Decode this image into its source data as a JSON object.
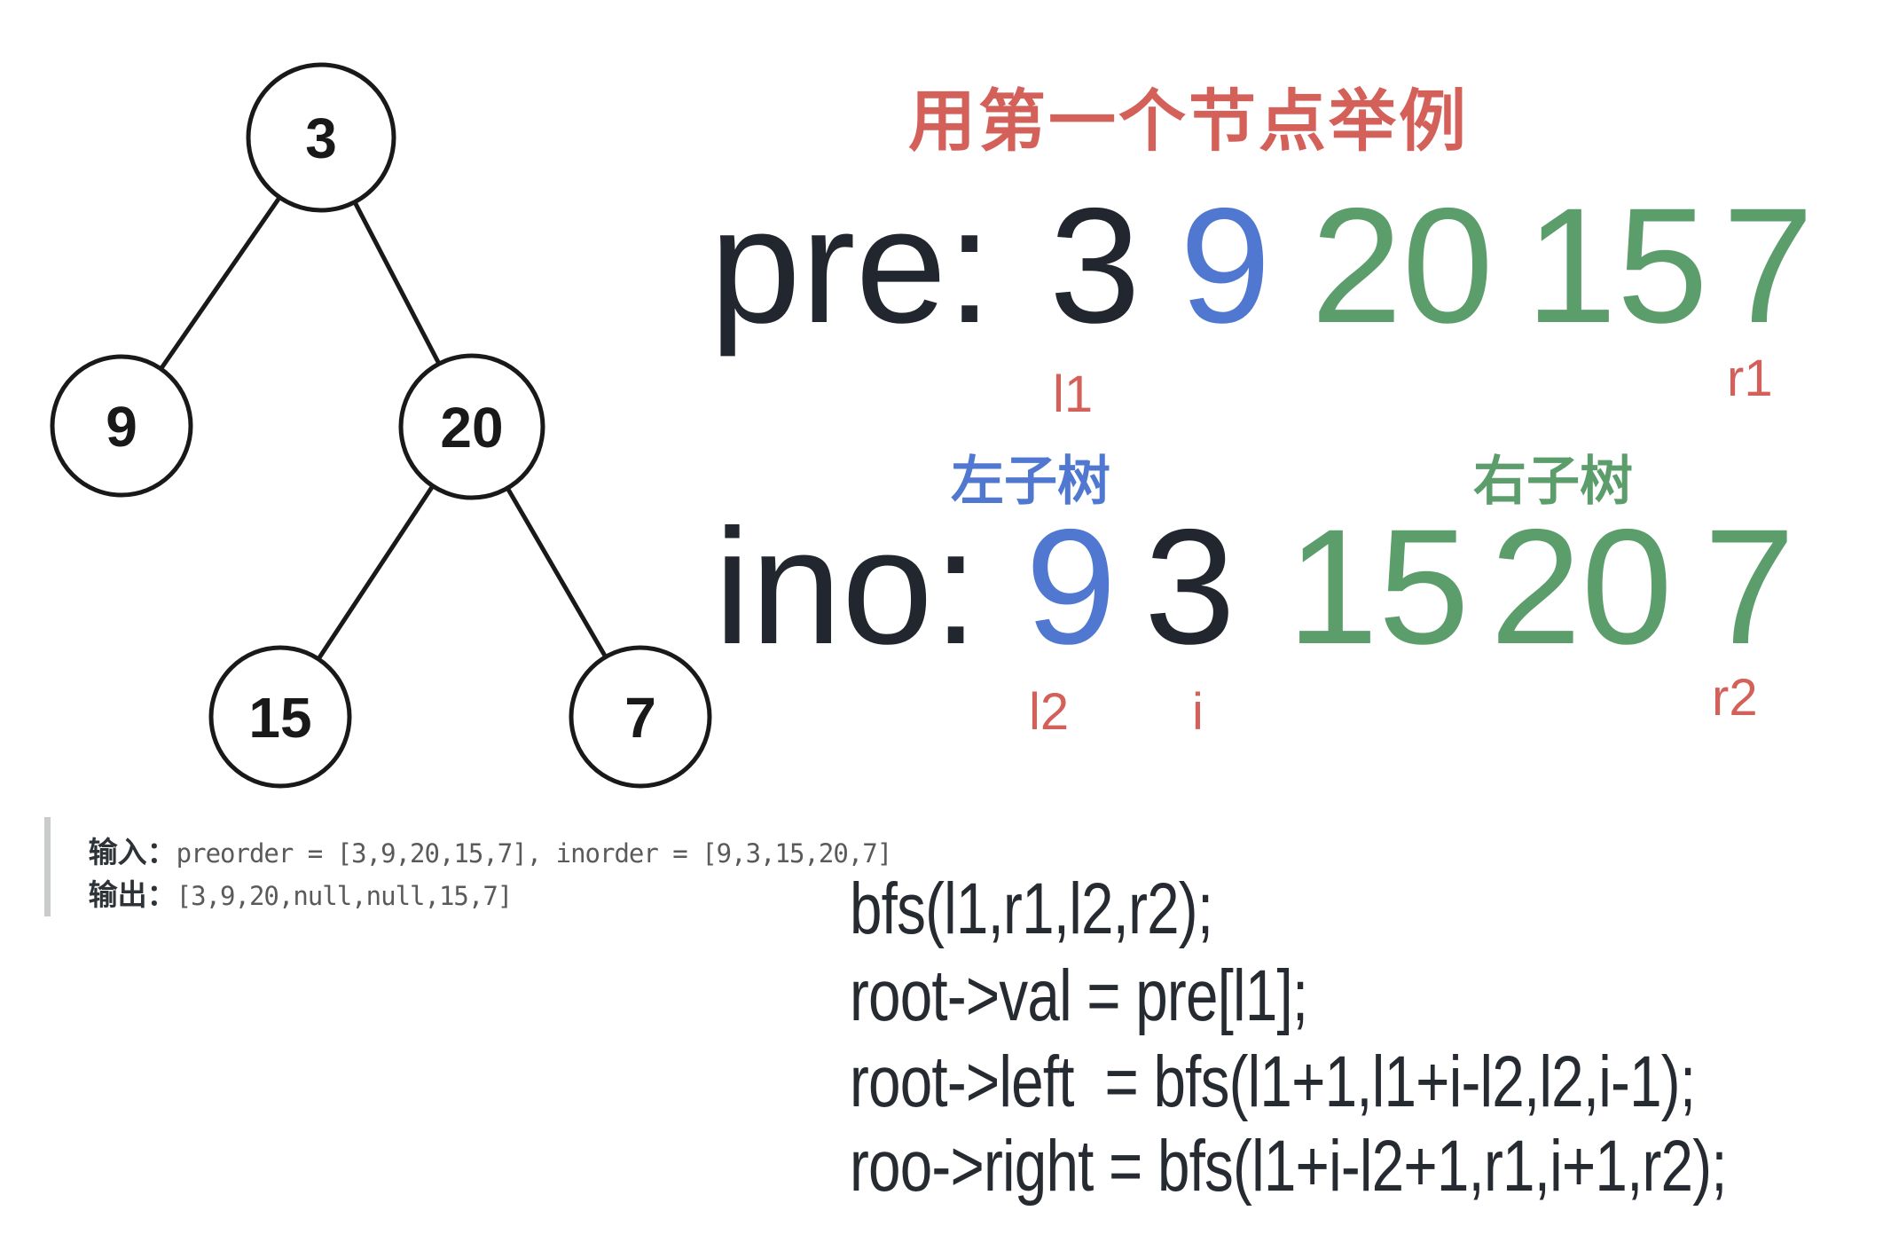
{
  "title": "用第一个节点举例",
  "colors": {
    "red": "#d4605a",
    "blue": "#5078d0",
    "green": "#5b9d6b",
    "dark_text": "#22262e",
    "code_text": "#262a31",
    "mono_gray": "#5a5a5a",
    "tree_stroke": "#191919",
    "quote_bar": "#c9cbcd"
  },
  "tree": {
    "nodes": [
      {
        "label": "3"
      },
      {
        "label": "9"
      },
      {
        "label": "20"
      },
      {
        "label": "15"
      },
      {
        "label": "7"
      }
    ],
    "edges": [
      "3-9",
      "3-20",
      "20-15",
      "20-7"
    ]
  },
  "pre_row": {
    "prefix": "pre:",
    "values": [
      {
        "text": "3",
        "color": "dark"
      },
      {
        "text": "9",
        "color": "blue"
      },
      {
        "text": "20",
        "color": "green"
      },
      {
        "text": "15",
        "color": "green"
      },
      {
        "text": "7",
        "color": "green"
      }
    ],
    "label_l1": "l1",
    "label_r1": "r1"
  },
  "ino_row": {
    "prefix": "ino:",
    "values": [
      {
        "text": "9",
        "color": "blue"
      },
      {
        "text": "3",
        "color": "dark"
      },
      {
        "text": "15",
        "color": "green"
      },
      {
        "text": "20",
        "color": "green"
      },
      {
        "text": "7",
        "color": "green"
      }
    ],
    "label_l2": "l2",
    "label_i": "i",
    "label_r2": "r2"
  },
  "subtree_labels": {
    "left": "左子树",
    "right": "右子树"
  },
  "io_block": {
    "input_label": "输入：",
    "input_value": "preorder = [3,9,20,15,7], inorder = [9,3,15,20,7]",
    "output_label": "输出：",
    "output_value": "[3,9,20,null,null,15,7]"
  },
  "code_block": {
    "lines": [
      "bfs(l1,r1,l2,r2);",
      "root->val = pre[l1];",
      "root->left  = bfs(l1+1,l1+i-l2,l2,i-1);",
      "roo->right = bfs(l1+i-l2+1,r1,i+1,r2);"
    ]
  }
}
